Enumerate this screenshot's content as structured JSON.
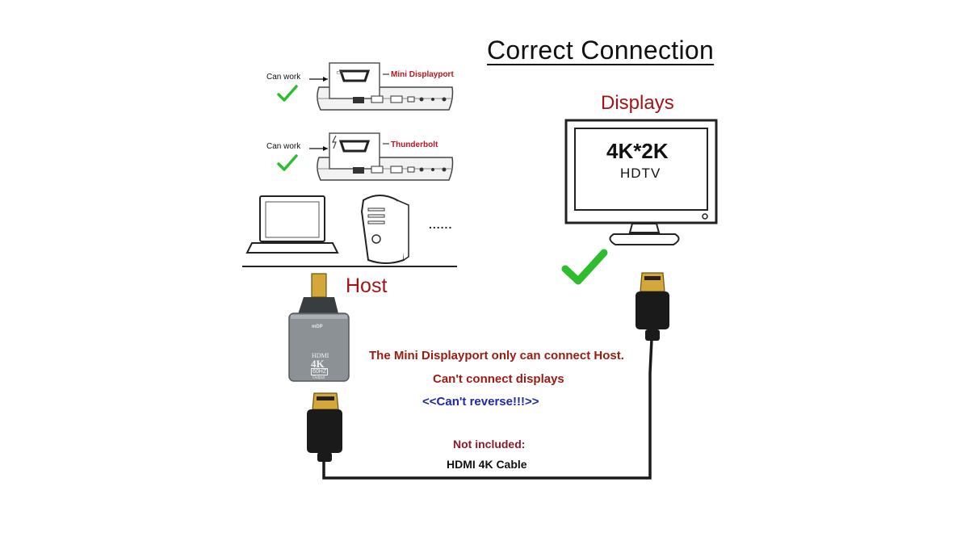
{
  "title": "Correct Connection",
  "displays": {
    "label": "Displays",
    "resolution": "4K*2K",
    "type": "HDTV"
  },
  "host": {
    "label": "Host",
    "examples": [
      {
        "status": "Can work",
        "port": "Mini Displayport"
      },
      {
        "status": "Can work",
        "port": "Thunderbolt"
      }
    ],
    "more": "......"
  },
  "adapter": {
    "line1": "HDMI",
    "line2": "4K",
    "line3": "60HZ",
    "line4": "Output"
  },
  "notes": {
    "line1": "The Mini Displayport only can connect Host.",
    "line2": "Can't connect displays",
    "line3": "<<Can't reverse!!!>>"
  },
  "cable": {
    "not_included": "Not included:",
    "name": "HDMI 4K Cable"
  },
  "colors": {
    "check": "#2fbd2f",
    "label_red": "#a31515",
    "note_blue": "#1d2aa8",
    "adapter_gray": "#8c9196",
    "connector_gold": "#d4a73a"
  }
}
